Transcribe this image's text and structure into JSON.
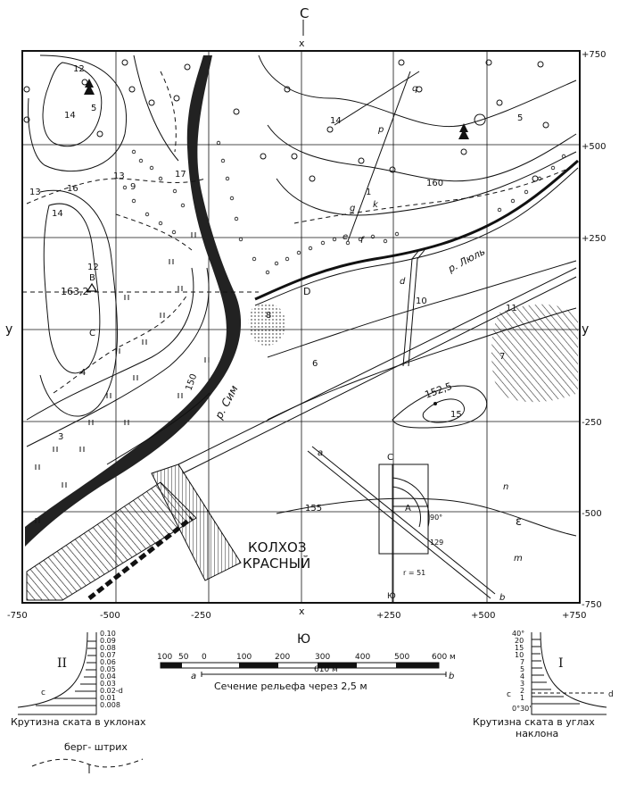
{
  "compass": {
    "north": "С",
    "south": "Ю",
    "west": "у",
    "east": "у",
    "axis_top": "x",
    "axis_bottom": "x"
  },
  "grid": {
    "right_ticks": [
      "+750",
      "+500",
      "+250",
      "у",
      "-250",
      "-500",
      "-750"
    ],
    "bottom_ticks": [
      "-750",
      "-500",
      "-250",
      "+250",
      "+500",
      "+750"
    ]
  },
  "map_labels": {
    "river_sim": "р. Сим",
    "river_lyuly": "р. Люль",
    "kolkhoz_line1": "КОЛХОЗ",
    "kolkhoz_line2": "КРАСНЫЙ",
    "height_point": "163,2",
    "height_point2": "152,5",
    "contours": [
      "150",
      "155",
      "160"
    ],
    "region_numbers": [
      "12",
      "14",
      "5",
      "13",
      "16",
      "14",
      "12",
      "4",
      "3",
      "17",
      "13",
      "9",
      "14",
      "5",
      "1",
      "8",
      "6",
      "10",
      "11",
      "7",
      "15"
    ],
    "letters": [
      "q",
      "p",
      "g",
      "k",
      "e",
      "f",
      "d",
      "D",
      "B",
      "C",
      "a",
      "b",
      "n",
      "m",
      "ε",
      "A",
      "С",
      "Ю"
    ],
    "protractor": {
      "deg90": "90°",
      "deg129": "129",
      "r51": "r = 51"
    }
  },
  "scale_bar": {
    "ticks": [
      "100",
      "50",
      "0",
      "100",
      "200",
      "300",
      "400",
      "500",
      "600 м"
    ],
    "left_letter": "a",
    "right_letter": "b",
    "distance": "610 м",
    "caption": "Сечение рельефа через 2,5 м"
  },
  "slope_scale_left": {
    "roman": "II",
    "values": [
      "0.10",
      "0.09",
      "0.08",
      "0.07",
      "0.06",
      "0.05",
      "0.04",
      "0.03",
      "0.02-d",
      "0.01",
      "0.008"
    ],
    "marker": "c",
    "caption": "Крутизна ската в уклонах"
  },
  "slope_scale_right": {
    "roman": "I",
    "values": [
      "40°",
      "20",
      "15",
      "10",
      "7",
      "5",
      "4",
      "3",
      "2",
      "1",
      "0°30'"
    ],
    "marker": "c",
    "marker_right": "d",
    "caption_line1": "Крутизна ската в углах",
    "caption_line2": "наклона"
  },
  "berg": {
    "label": "берг- штрих"
  }
}
